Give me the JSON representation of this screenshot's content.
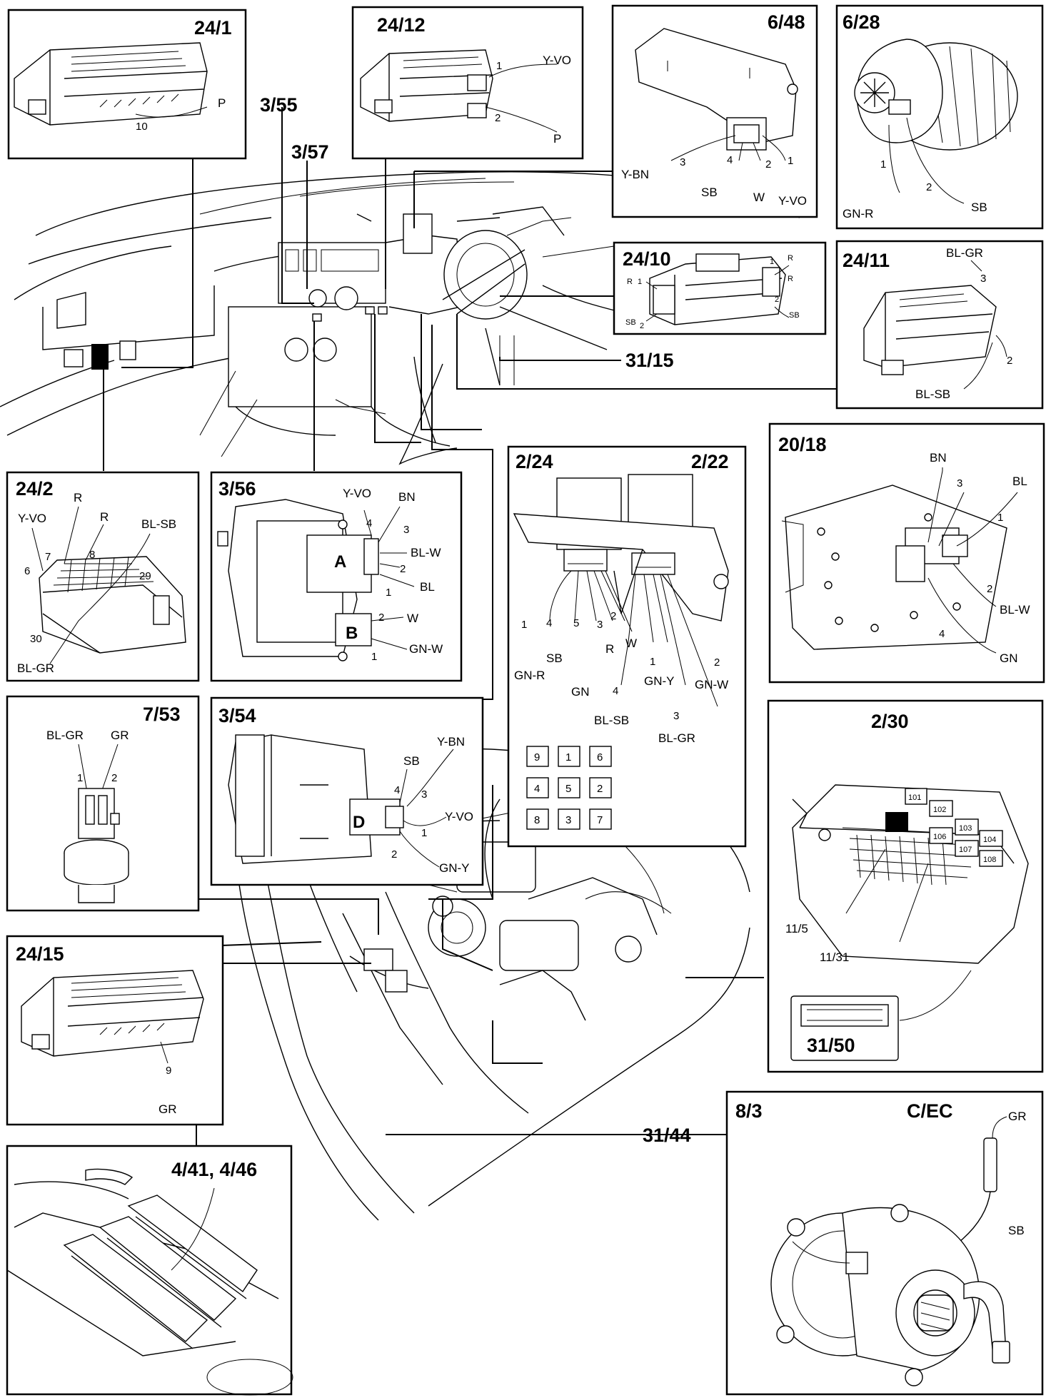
{
  "panels": {
    "p24_1": {
      "title": "24/1",
      "labels": {
        "P": "P",
        "n10": "10"
      }
    },
    "p24_12": {
      "title": "24/12",
      "labels": {
        "n1": "1",
        "yvo": "Y-VO",
        "n2": "2",
        "p": "P"
      }
    },
    "p6_48": {
      "title": "6/48",
      "labels": {
        "ybn": "Y-BN",
        "n3": "3",
        "n4": "4",
        "sb": "SB",
        "n2": "2",
        "w": "W",
        "n1": "1",
        "yvo": "Y-VO"
      }
    },
    "p6_28": {
      "title": "6/28",
      "labels": {
        "n1": "1",
        "gnr": "GN-R",
        "n2": "2",
        "sb": "SB"
      }
    },
    "p24_10": {
      "title": "24/10",
      "labels": {
        "r1l": "R",
        "n1l": "1",
        "sbl": "SB",
        "n2l": "2",
        "r_tr": "R",
        "n1r": "1",
        "r_r": "R",
        "n2r": "2",
        "sbr": "SB"
      }
    },
    "p24_11": {
      "title": "24/11",
      "labels": {
        "blgr": "BL-GR",
        "n3": "3",
        "n2": "2",
        "blsb": "BL-SB"
      }
    },
    "p24_2": {
      "title": "24/2",
      "labels": {
        "r1": "R",
        "yvo": "Y-VO",
        "r2": "R",
        "blsb": "BL-SB",
        "n7": "7",
        "n8": "8",
        "n6": "6",
        "n29": "29",
        "n30": "30",
        "blgr": "BL-GR"
      }
    },
    "p3_56": {
      "title": "3/56",
      "labels": {
        "yvo": "Y-VO",
        "bn": "BN",
        "n4": "4",
        "n3": "3",
        "blw": "BL-W",
        "a": "A",
        "n2a": "2",
        "n1a": "1",
        "bl": "BL",
        "n2b": "2",
        "w": "W",
        "b": "B",
        "gnw": "GN-W",
        "n1b": "1"
      }
    },
    "p2_24": {
      "title": "2/24",
      "title2": "2/22",
      "labels": {
        "n1": "1",
        "n4": "4",
        "n5": "5",
        "n3": "3",
        "n2": "2",
        "sb": "SB",
        "gnr": "GN-R",
        "gn": "GN",
        "r": "R",
        "w": "W",
        "n1b": "1",
        "gny": "GN-Y",
        "n2b": "2",
        "gnw": "GN-W",
        "n4b": "4",
        "blsb": "BL-SB",
        "n3b": "3",
        "blgr": "BL-GR"
      },
      "grid": [
        "9",
        "1",
        "6",
        "4",
        "5",
        "2",
        "8",
        "3",
        "7"
      ]
    },
    "p20_18": {
      "title": "20/18",
      "labels": {
        "bn": "BN",
        "n3": "3",
        "bl": "BL",
        "n1": "1",
        "n2": "2",
        "blw": "BL-W",
        "n4": "4",
        "gn": "GN"
      }
    },
    "p7_53": {
      "title": "7/53",
      "labels": {
        "blgr": "BL-GR",
        "gr": "GR",
        "n1": "1",
        "n2": "2"
      }
    },
    "p3_54": {
      "title": "3/54",
      "labels": {
        "ybn": "Y-BN",
        "sb": "SB",
        "n4": "4",
        "n3": "3",
        "yvo": "Y-VO",
        "d": "D",
        "n1": "1",
        "n2": "2",
        "gny": "GN-Y"
      }
    },
    "p2_30": {
      "title": "2/30",
      "labels": {
        "r101": "101",
        "r102": "102",
        "r103": "103",
        "r104": "104",
        "r106": "106",
        "r107": "107",
        "r108": "108",
        "f11_5": "11/5",
        "f11_31": "11/31"
      },
      "sub": "31/50"
    },
    "p24_15": {
      "title": "24/15",
      "labels": {
        "n9": "9",
        "gr": "GR"
      }
    },
    "p4_41": {
      "title": "4/41, 4/46"
    },
    "p8_3": {
      "title": "8/3",
      "title2": "C/EC",
      "labels": {
        "gr": "GR",
        "sb": "SB"
      }
    }
  },
  "callouts": {
    "c3_55": "3/55",
    "c3_57": "3/57",
    "c31_15": "31/15",
    "c31_44": "31/44"
  }
}
